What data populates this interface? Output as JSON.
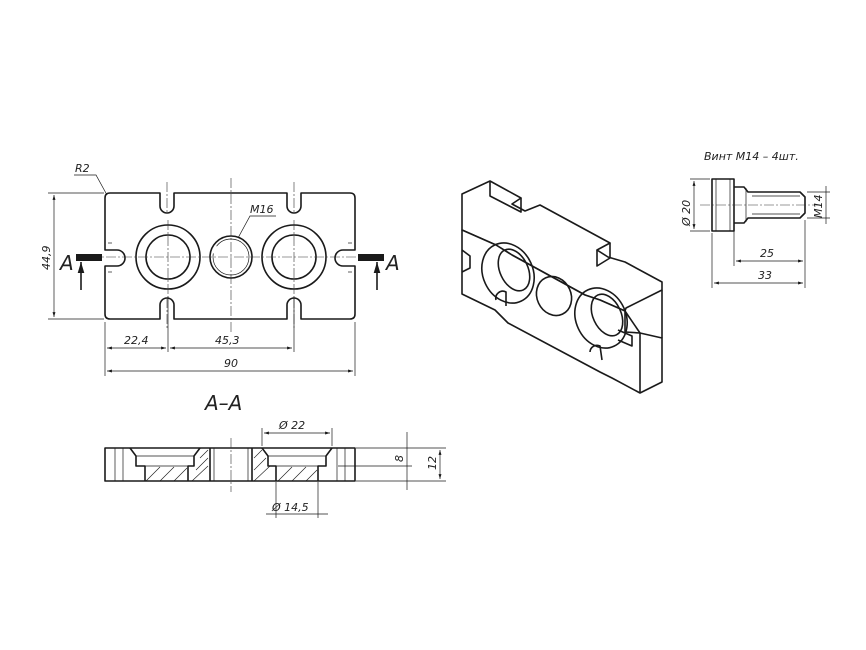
{
  "top_view": {
    "radius_label": "R2",
    "thread_label": "M16",
    "height_dim": "44,9",
    "dim_left": "22,4",
    "dim_middle": "45,3",
    "dim_total": "90",
    "section_mark_left": "A",
    "section_mark_right": "A"
  },
  "section_view": {
    "title": "A–A",
    "bore_dia": "Ø 22",
    "hole_dia": "Ø 14,5",
    "depth_dim": "8",
    "thickness_dim": "12"
  },
  "screw": {
    "caption": "Винт М14 – 4шт.",
    "head_dia": "Ø 20",
    "thread": "М14",
    "shank_length": "25",
    "total_length": "33"
  }
}
